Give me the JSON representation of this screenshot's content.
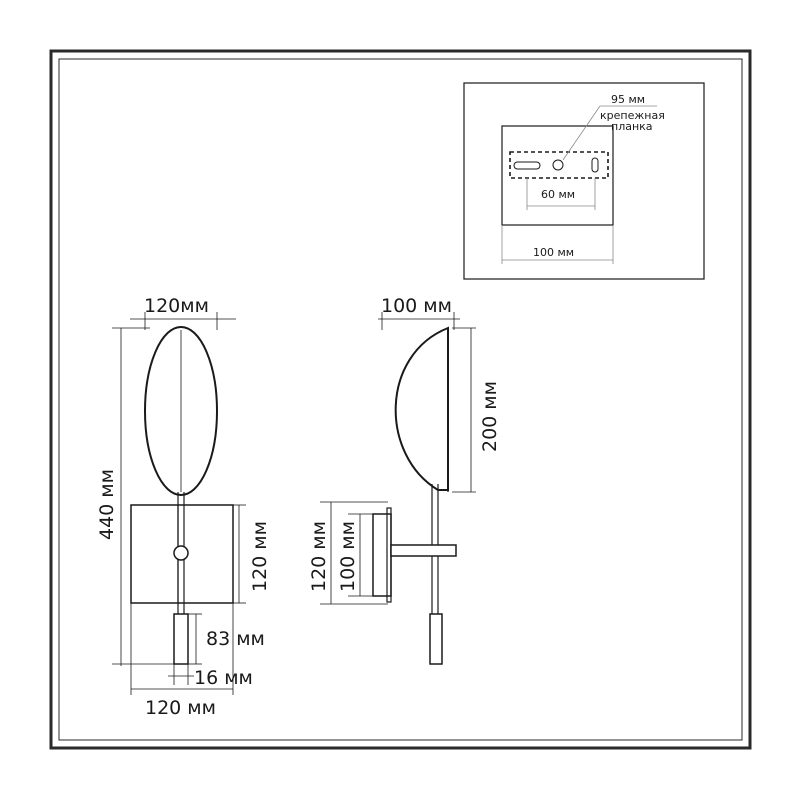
{
  "front_view": {
    "width_top": "120мм",
    "height_total": "440 мм",
    "base_height": "120 мм",
    "handle_length": "83 мм",
    "handle_diameter": "16 мм",
    "width_bottom": "120 мм"
  },
  "side_view": {
    "depth": "100 мм",
    "shade_height": "200 мм",
    "base_height": "120 мм",
    "plate_height": "100 мм"
  },
  "mount_detail": {
    "plate_length": "95 мм",
    "plate_label_line1": "крепежная",
    "plate_label_line2": "планка",
    "hole_spacing": "60 мм",
    "base_width": "100 мм"
  }
}
